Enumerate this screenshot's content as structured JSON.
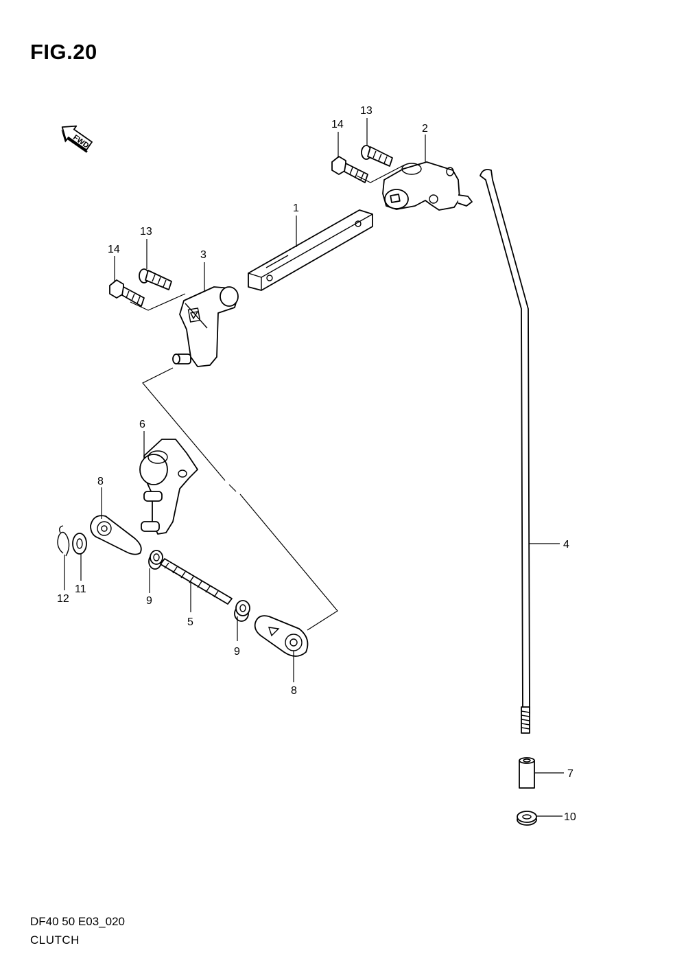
{
  "figure": {
    "title": "FIG.20",
    "code": "DF40 50 E03_020",
    "name": "CLUTCH"
  },
  "fwd_marker": {
    "label": "FWD",
    "icon": "fwd-arrow-icon"
  },
  "callouts": [
    {
      "id": "c1",
      "label": "1"
    },
    {
      "id": "c2",
      "label": "2"
    },
    {
      "id": "c3",
      "label": "3"
    },
    {
      "id": "c4",
      "label": "4"
    },
    {
      "id": "c5",
      "label": "5"
    },
    {
      "id": "c6",
      "label": "6"
    },
    {
      "id": "c7",
      "label": "7"
    },
    {
      "id": "c8a",
      "label": "8"
    },
    {
      "id": "c8b",
      "label": "8"
    },
    {
      "id": "c9a",
      "label": "9"
    },
    {
      "id": "c9b",
      "label": "9"
    },
    {
      "id": "c10",
      "label": "10"
    },
    {
      "id": "c11",
      "label": "11"
    },
    {
      "id": "c12",
      "label": "12"
    },
    {
      "id": "c13a",
      "label": "13"
    },
    {
      "id": "c13b",
      "label": "13"
    },
    {
      "id": "c14a",
      "label": "14"
    },
    {
      "id": "c14b",
      "label": "14"
    }
  ]
}
